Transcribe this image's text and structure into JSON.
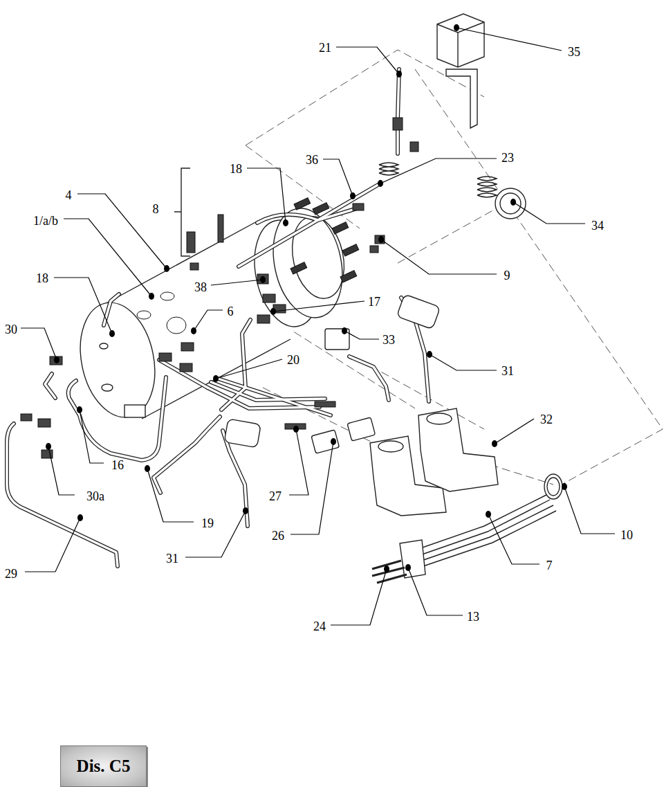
{
  "diagram": {
    "nodes": [
      {
        "text": [
          "Dis. C5"
        ]
      }
    ],
    "labels": [
      "21",
      "35",
      "36",
      "18",
      "23",
      "4",
      "8",
      "1/a/b",
      "34",
      "18",
      "38",
      "9",
      "6",
      "17",
      "30",
      "33",
      "20",
      "31",
      "32",
      "16",
      "30a",
      "27",
      "19",
      "26",
      "10",
      "31",
      "29",
      "7",
      "13",
      "24"
    ]
  }
}
